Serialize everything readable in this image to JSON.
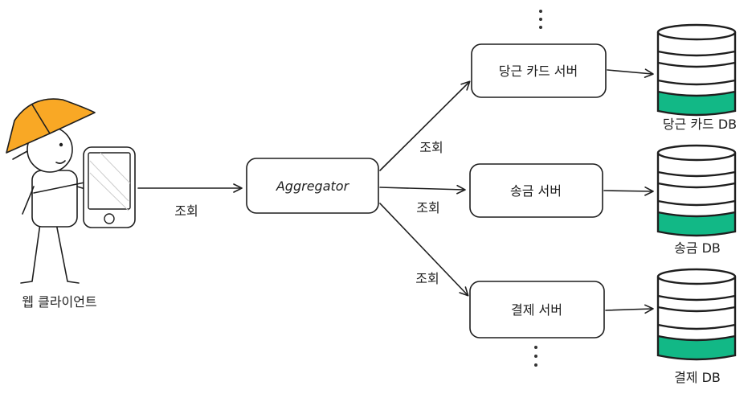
{
  "client": {
    "label": "웹 클라이언트"
  },
  "aggregator": {
    "label": "Aggregator"
  },
  "edges": {
    "client_to_aggregator": "조회",
    "to_card": "조회",
    "to_transfer": "조회",
    "to_payment": "조회"
  },
  "servers": {
    "card": "당근 카드 서버",
    "transfer": "송금 서버",
    "payment": "결제 서버"
  },
  "databases": {
    "card": "당근 카드 DB",
    "transfer": "송금 DB",
    "payment": "결제 DB"
  },
  "colors": {
    "helmet": "#f9a825",
    "db_band": "#12b886",
    "stroke": "#1e1e1e"
  }
}
